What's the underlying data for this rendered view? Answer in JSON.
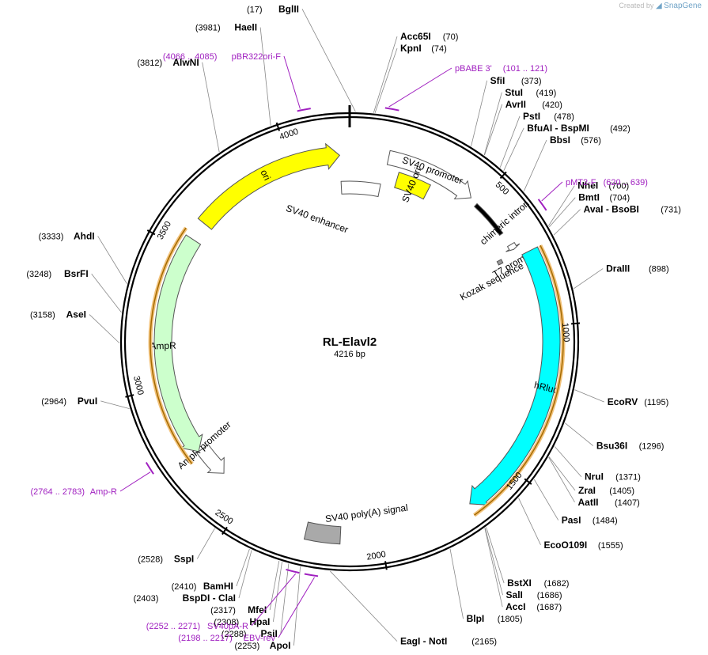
{
  "branding": {
    "created_by": "Created by",
    "product": "SnapGene"
  },
  "plasmid": {
    "name": "RL-Elavl2",
    "size_label": "4216 bp",
    "length": 4216
  },
  "ticks": [
    {
      "bp": 500,
      "label": "500"
    },
    {
      "bp": 1000,
      "label": "1000"
    },
    {
      "bp": 1500,
      "label": "1500"
    },
    {
      "bp": 2000,
      "label": "2000"
    },
    {
      "bp": 2500,
      "label": "2500"
    },
    {
      "bp": 3000,
      "label": "3000"
    },
    {
      "bp": 3500,
      "label": "3500"
    },
    {
      "bp": 4000,
      "label": "4000"
    }
  ],
  "enzymes": [
    {
      "bp": 17,
      "name": "BglII",
      "pos": "(17)",
      "side": "L"
    },
    {
      "bp": 70,
      "name": "Acc65I",
      "pos": "(70)",
      "side": "R"
    },
    {
      "bp": 74,
      "name": "KpnI",
      "pos": "(74)",
      "side": "R"
    },
    {
      "bp": 373,
      "name": "SfiI",
      "pos": "(373)",
      "side": "R"
    },
    {
      "bp": 419,
      "name": "StuI",
      "pos": "(419)",
      "side": "R"
    },
    {
      "bp": 420,
      "name": "AvrII",
      "pos": "(420)",
      "side": "R"
    },
    {
      "bp": 478,
      "name": "PstI",
      "pos": "(478)",
      "side": "R"
    },
    {
      "bp": 492,
      "name": "BfuAI - BspMI",
      "pos": "(492)",
      "side": "R"
    },
    {
      "bp": 576,
      "name": "BbsI",
      "pos": "(576)",
      "side": "R"
    },
    {
      "bp": 700,
      "name": "NheI",
      "pos": "(700)",
      "side": "R"
    },
    {
      "bp": 704,
      "name": "BmtI",
      "pos": "(704)",
      "side": "R"
    },
    {
      "bp": 731,
      "name": "AvaI - BsoBI",
      "pos": "(731)",
      "side": "R"
    },
    {
      "bp": 898,
      "name": "DraIII",
      "pos": "(898)",
      "side": "R"
    },
    {
      "bp": 1195,
      "name": "EcoRV",
      "pos": "(1195)",
      "side": "R"
    },
    {
      "bp": 1296,
      "name": "Bsu36I",
      "pos": "(1296)",
      "side": "R"
    },
    {
      "bp": 1371,
      "name": "NruI",
      "pos": "(1371)",
      "side": "R"
    },
    {
      "bp": 1405,
      "name": "ZraI",
      "pos": "(1405)",
      "side": "R"
    },
    {
      "bp": 1407,
      "name": "AatII",
      "pos": "(1407)",
      "side": "R"
    },
    {
      "bp": 1484,
      "name": "PasI",
      "pos": "(1484)",
      "side": "R"
    },
    {
      "bp": 1555,
      "name": "EcoO109I",
      "pos": "(1555)",
      "side": "R"
    },
    {
      "bp": 1682,
      "name": "BstXI",
      "pos": "(1682)",
      "side": "R"
    },
    {
      "bp": 1686,
      "name": "SalI",
      "pos": "(1686)",
      "side": "R"
    },
    {
      "bp": 1687,
      "name": "AccI",
      "pos": "(1687)",
      "side": "R"
    },
    {
      "bp": 1805,
      "name": "BlpI",
      "pos": "(1805)",
      "side": "R"
    },
    {
      "bp": 2165,
      "name": "EagI - NotI",
      "pos": "(2165)",
      "side": "R"
    },
    {
      "bp": 2253,
      "name": "ApoI",
      "pos": "(2253)",
      "side": "L"
    },
    {
      "bp": 2288,
      "name": "PsiI",
      "pos": "(2288)",
      "side": "L"
    },
    {
      "bp": 2308,
      "name": "HpaI",
      "pos": "(2308)",
      "side": "L"
    },
    {
      "bp": 2317,
      "name": "MfeI",
      "pos": "(2317)",
      "side": "L"
    },
    {
      "bp": 2403,
      "name": "BspDI - ClaI",
      "pos": "(2403)",
      "side": "L"
    },
    {
      "bp": 2410,
      "name": "BamHI",
      "pos": "(2410)",
      "side": "L"
    },
    {
      "bp": 2528,
      "name": "SspI",
      "pos": "(2528)",
      "side": "L"
    },
    {
      "bp": 2964,
      "name": "PvuI",
      "pos": "(2964)",
      "side": "L"
    },
    {
      "bp": 3158,
      "name": "AseI",
      "pos": "(3158)",
      "side": "L"
    },
    {
      "bp": 3248,
      "name": "BsrFI",
      "pos": "(3248)",
      "side": "L"
    },
    {
      "bp": 3333,
      "name": "AhdI",
      "pos": "(3333)",
      "side": "L"
    },
    {
      "bp": 3812,
      "name": "AlwNI",
      "pos": "(3812)",
      "side": "L"
    },
    {
      "bp": 3981,
      "name": "HaeII",
      "pos": "(3981)",
      "side": "L"
    }
  ],
  "primers": [
    {
      "name": "pBR322ori-F",
      "range": "(4066 .. 4085)",
      "start": 4066,
      "end": 4085,
      "side": "L"
    },
    {
      "name": "pBABE 3'",
      "range": "(101 .. 121)",
      "start": 101,
      "end": 121,
      "side": "R"
    },
    {
      "name": "pMT2-F",
      "range": "(620 .. 639)",
      "start": 620,
      "end": 639,
      "side": "R"
    },
    {
      "name": "Amp-R",
      "range": "(2764 .. 2783)",
      "start": 2764,
      "end": 2783,
      "side": "L"
    },
    {
      "name": "SV40pA-R",
      "range": "(2252 .. 2271)",
      "start": 2252,
      "end": 2271,
      "side": "L"
    },
    {
      "name": "EBV-rev",
      "range": "(2198 .. 2217)",
      "start": 2198,
      "end": 2217,
      "side": "L"
    }
  ],
  "features": [
    {
      "name": "SV40 promoter",
      "start": 140,
      "end": 470,
      "dir": 1,
      "color": "#ffffff"
    },
    {
      "name": "SV40 enhancer",
      "start": 4180,
      "end": 130,
      "dir": 0,
      "color": "#ffffff"
    },
    {
      "name": "SV40 ori",
      "start": 190,
      "end": 320,
      "dir": 0,
      "color": "#ffff00"
    },
    {
      "name": "chimeric intron",
      "start": 500,
      "end": 640,
      "dir": 0,
      "color": "#000000"
    },
    {
      "name": "T7 promoter",
      "start": 690,
      "end": 710,
      "dir": 1,
      "color": "#ffffff"
    },
    {
      "name": "Kozak sequence",
      "start": 720,
      "end": 735,
      "dir": 0,
      "color": "#999999"
    },
    {
      "name": "hRluc",
      "start": 740,
      "end": 1680,
      "dir": 1,
      "color": "#00ffff"
    },
    {
      "name": "SV40 poly(A) signal",
      "start": 2140,
      "end": 2260,
      "dir": 0,
      "color": "#a9a9a9"
    },
    {
      "name": "AmpR promoter",
      "start": 2620,
      "end": 2740,
      "dir": -1,
      "color": "#ffffff"
    },
    {
      "name": "AmpR",
      "start": 2740,
      "end": 3550,
      "dir": -1,
      "color": "#ccffcc"
    },
    {
      "name": "ori",
      "start": 3620,
      "end": 4180,
      "dir": 1,
      "color": "#ffff00"
    }
  ]
}
